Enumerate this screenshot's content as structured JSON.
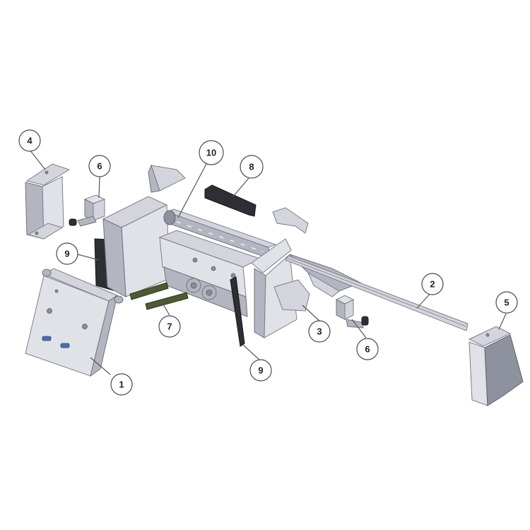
{
  "diagram": {
    "type": "exploded-assembly",
    "callouts": [
      {
        "id": "c1",
        "label": "1"
      },
      {
        "id": "c2",
        "label": "2"
      },
      {
        "id": "c3",
        "label": "3"
      },
      {
        "id": "c4",
        "label": "4"
      },
      {
        "id": "c5",
        "label": "5"
      },
      {
        "id": "c6a",
        "label": "6"
      },
      {
        "id": "c6b",
        "label": "6"
      },
      {
        "id": "c7",
        "label": "7"
      },
      {
        "id": "c8",
        "label": "8"
      },
      {
        "id": "c9a",
        "label": "9"
      },
      {
        "id": "c9b",
        "label": "9"
      },
      {
        "id": "c10",
        "label": "10"
      }
    ],
    "colors": {
      "metal_light": "#d3d4dc",
      "metal_dark": "#8e919e",
      "gasket": "#2e2f35",
      "spring": "#4d5a33",
      "screw": "#4e6fa8"
    }
  }
}
